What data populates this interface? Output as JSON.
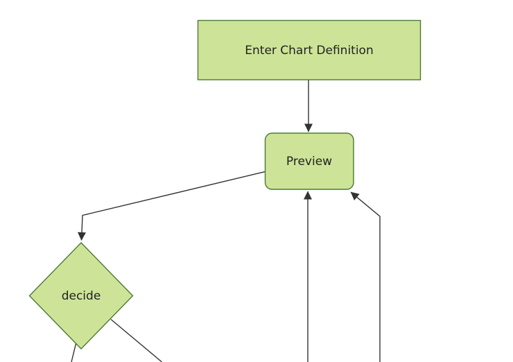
{
  "diagram": {
    "type": "flowchart",
    "direction": "top-down",
    "nodes": [
      {
        "id": "enter-chart-definition",
        "label": "Enter Chart Definition",
        "shape": "rectangle"
      },
      {
        "id": "preview",
        "label": "Preview",
        "shape": "rounded-rectangle"
      },
      {
        "id": "decide",
        "label": "decide",
        "shape": "diamond"
      }
    ],
    "edges": [
      {
        "from": "enter-chart-definition",
        "to": "preview",
        "arrow": true
      },
      {
        "from": "preview",
        "to": "decide",
        "arrow": true
      },
      {
        "from": "decide",
        "to": "offscreen-bottom-left",
        "arrow": false
      },
      {
        "from": "decide",
        "to": "offscreen-bottom-right",
        "arrow": false
      },
      {
        "from": "offscreen-bottom",
        "to": "preview",
        "arrow": true
      },
      {
        "from": "offscreen-bottom-right",
        "to": "preview",
        "arrow": true
      }
    ],
    "colors": {
      "background": "#ffffff",
      "node_fill": "#cde498",
      "node_border": "#4a7a33",
      "edge": "#333333",
      "text": "#222222"
    }
  }
}
